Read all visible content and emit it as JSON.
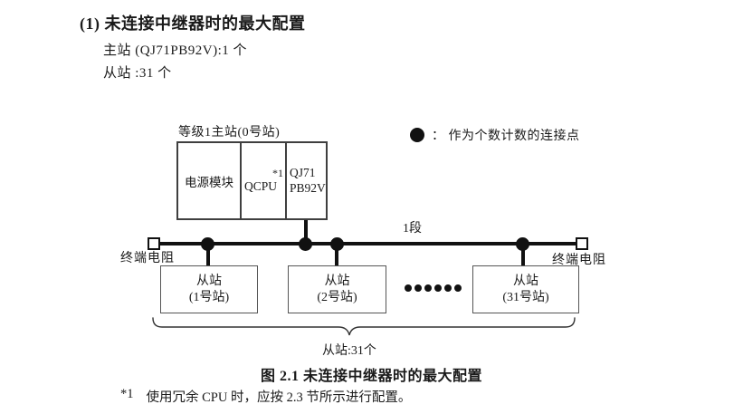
{
  "header": {
    "title": "(1) 未连接中继器时的最大配置",
    "master_line": "主站 (QJ71PB92V):1 个",
    "slave_line": "从站 :31 个"
  },
  "legend": {
    "text": "：  作为个数计数的连接点"
  },
  "diagram": {
    "master_label": "等级1主站(0号站)",
    "modules": [
      {
        "name": "电源模块",
        "note": ""
      },
      {
        "name": "QCPU",
        "note": "*1"
      },
      {
        "name": "QJ71\nPB92V",
        "note": ""
      }
    ],
    "segment_label": "1段",
    "terminator_left": "终端电阻",
    "terminator_right": "终端电阻",
    "slaves": [
      {
        "label": "从站\n(1号站)"
      },
      {
        "label": "从站\n(2号站)"
      },
      {
        "label": "从站\n(31号站)"
      }
    ],
    "group_label": "从站:31个"
  },
  "caption": "图 2.1 未连接中继器时的最大配置",
  "footnote": {
    "marker": "*1",
    "text": "使用冗余 CPU 时，应按 2.3 节所示进行配置。"
  },
  "colors": {
    "ink": "#1a1a1a",
    "line": "#111111",
    "box_border": "#3f3f3f"
  }
}
